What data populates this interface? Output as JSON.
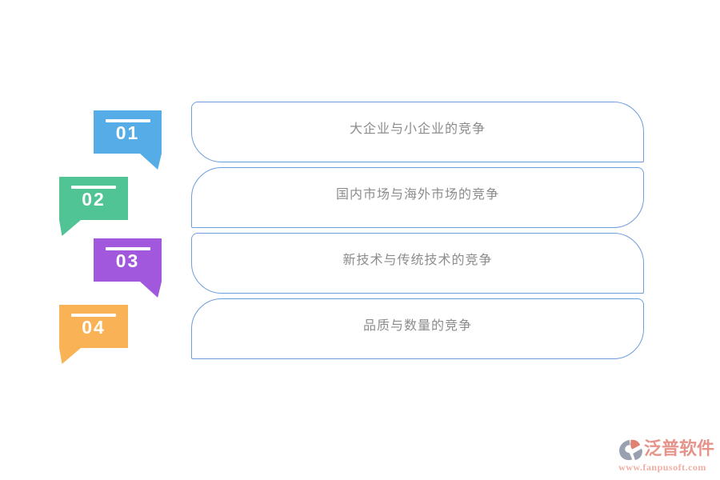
{
  "palette": {
    "background": "#FFFFFF",
    "box_border": "#6D9CDF",
    "box_text": "#8C8C8C"
  },
  "steps": [
    {
      "number": "01",
      "label": "大企业与小企业的竞争",
      "color": "#55ACE6"
    },
    {
      "number": "02",
      "label": "国内市场与海外市场的竞争",
      "color": "#50C495"
    },
    {
      "number": "03",
      "label": "新技术与传统技术的竞争",
      "color": "#A158DC"
    },
    {
      "number": "04",
      "label": "品质与数量的竞争",
      "color": "#F9B356"
    }
  ],
  "watermark": {
    "brand": "泛普软件",
    "url": "www.fanpusoft.com",
    "brand_color": "#E6948B",
    "url_color": "#EFAFA4",
    "icon_gray": "#99A1B0",
    "icon_accent": "#DE8271"
  }
}
